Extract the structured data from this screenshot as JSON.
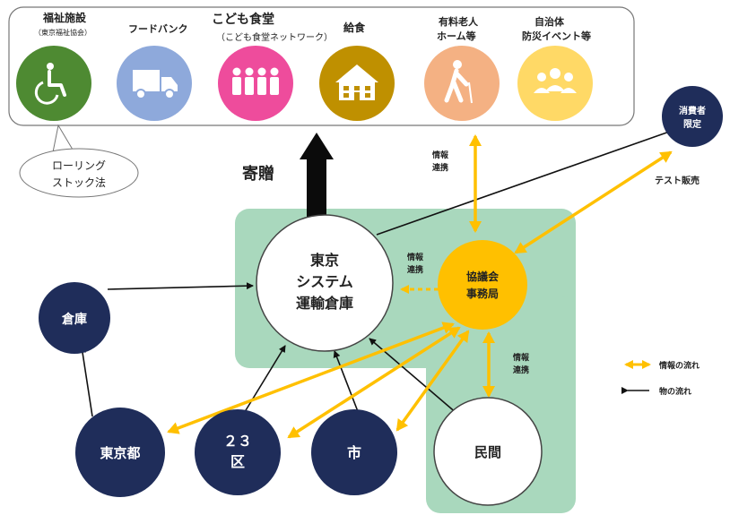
{
  "recipients": [
    {
      "name": "福祉施設",
      "sub": "（東京福祉協会）",
      "icon": "wheelchair-icon",
      "color": "#4e8a32"
    },
    {
      "name": "フードバンク",
      "sub": "",
      "icon": "truck-icon",
      "color": "#8ea9db"
    },
    {
      "name": "こども食堂",
      "sub": "（こども食堂ネットワーク）",
      "icon": "people-group-icon",
      "color": "#ee4c9c"
    },
    {
      "name": "給食",
      "sub": "",
      "icon": "school-icon",
      "color": "#bf9000"
    },
    {
      "name": "有料老人",
      "name2": "ホーム等",
      "sub": "",
      "icon": "elderly-icon",
      "color": "#f4b183"
    },
    {
      "name": "自治体",
      "name2": "防災イベント等",
      "sub": "",
      "icon": "meeting-icon",
      "color": "#ffd966"
    }
  ],
  "callout": {
    "line1": "ローリング",
    "line2": "ストック法"
  },
  "donation_label": "寄贈",
  "nodes": {
    "warehouse_center": {
      "line1": "東京",
      "line2": "システム",
      "line3": "運輸倉庫"
    },
    "council": {
      "line1": "協議会",
      "line2": "事務局"
    },
    "warehouse_small": "倉庫",
    "tokyo": "東京都",
    "wards": {
      "line1": "２３",
      "line2": "区"
    },
    "city": "市",
    "private": "民間",
    "limited": {
      "line1": "消費者",
      "line2": "限定"
    }
  },
  "info_link_labels": {
    "top": {
      "line1": "情報",
      "line2": "連携"
    },
    "middle": {
      "line1": "情報",
      "line2": "連携"
    },
    "lower": {
      "line1": "情報",
      "line2": "連携"
    }
  },
  "test_sale": "テスト販売",
  "legend": {
    "info_flow": "情報の流れ",
    "goods_flow": "物の流れ"
  },
  "colors": {
    "green_panel": "#a9d8bd",
    "navy": "#1f2d5a",
    "gold": "#ffc000",
    "arrow_gold": "#ffc000"
  }
}
